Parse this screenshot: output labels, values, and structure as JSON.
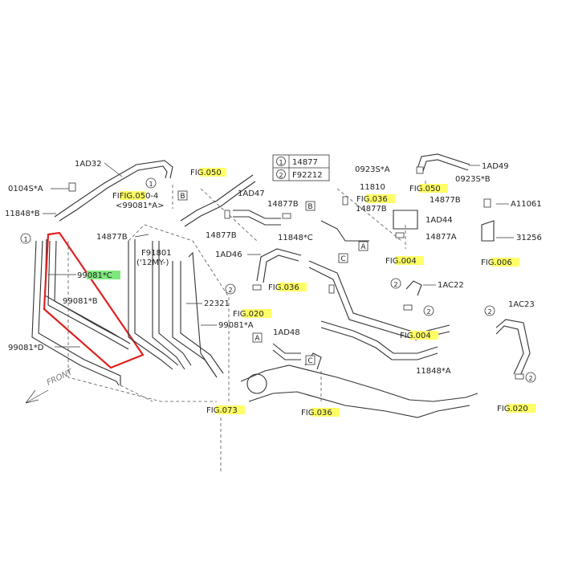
{
  "legend": {
    "items": [
      {
        "symbol": "1",
        "part": "14877"
      },
      {
        "symbol": "2",
        "part": "F92212"
      }
    ]
  },
  "labels": {
    "l_1ad32": "1AD32",
    "l_0104s": "0104S*A",
    "l_11848b": "11848*B",
    "l_fig050_left_hl": "FIG.05",
    "l_fig050_left_rest": "0-4",
    "l_99081a_paren": "<99081*A>",
    "l_99081c": "99081*C",
    "l_99081b": "99081*B",
    "l_99081d": "99081*D",
    "l_front": "FRONT",
    "l_fig050_mid_pre": "FI",
    "l_fig050_mid_hl": "G.050",
    "l_1ad47": "1AD47",
    "l_14877b_a": "14877B",
    "l_14877b_b": "14877B",
    "l_f91801": "F91801",
    "l_12my": "('12MY-)",
    "l_22321": "22321",
    "l_99081a": "99081*A",
    "l_fig073_pre": "FI",
    "l_fig073_hl": "G.073",
    "l_14877b_c": "14877B",
    "l_11848c": "11848*C",
    "l_1ad46": "1AD46",
    "l_fig036_a_pre": "FI",
    "l_fig036_a_hl": "G.036",
    "l_fig020_a_pre": "FI",
    "l_fig020_a_hl": "G.020",
    "l_1ad48": "1AD48",
    "l_fig036_b_pre": "FI",
    "l_fig036_b_hl": "G.036",
    "l_0923sa": "0923S*A",
    "l_0923sb": "0923S*B",
    "l_1ad49": "1AD49",
    "l_11810": "11810",
    "l_fig050_r_pre": "FI",
    "l_fig050_r_hl": "G.050",
    "l_fig036_c_pre": "FI",
    "l_fig036_c_hl": "G.036",
    "l_14877b_d": "14877B",
    "l_14877b_e": "14877B",
    "l_1ad44": "1AD44",
    "l_14877a": "14877A",
    "l_fig004_a_pre": "FI",
    "l_fig004_a_hl": "G.004",
    "l_1ac22": "1AC22",
    "l_fig004_b_pre": "FI",
    "l_fig004_b_hl": "G.004",
    "l_11848a": "11848*A",
    "l_a11061": "A11061",
    "l_31256": "31256",
    "l_fig006_pre": "FI",
    "l_fig006_hl": "G.006",
    "l_1ac23": "1AC23",
    "l_fig020_b_pre": "FI",
    "l_fig020_b_hl": "G.020"
  },
  "callouts": {
    "one": "1",
    "two": "2"
  },
  "boxes": {
    "a": "A",
    "b": "B",
    "c": "C"
  },
  "colors": {
    "highlight": "#ffff66",
    "selected_highlight": "#7ee87e",
    "selection_outline": "#e02020",
    "line": "#333333"
  }
}
